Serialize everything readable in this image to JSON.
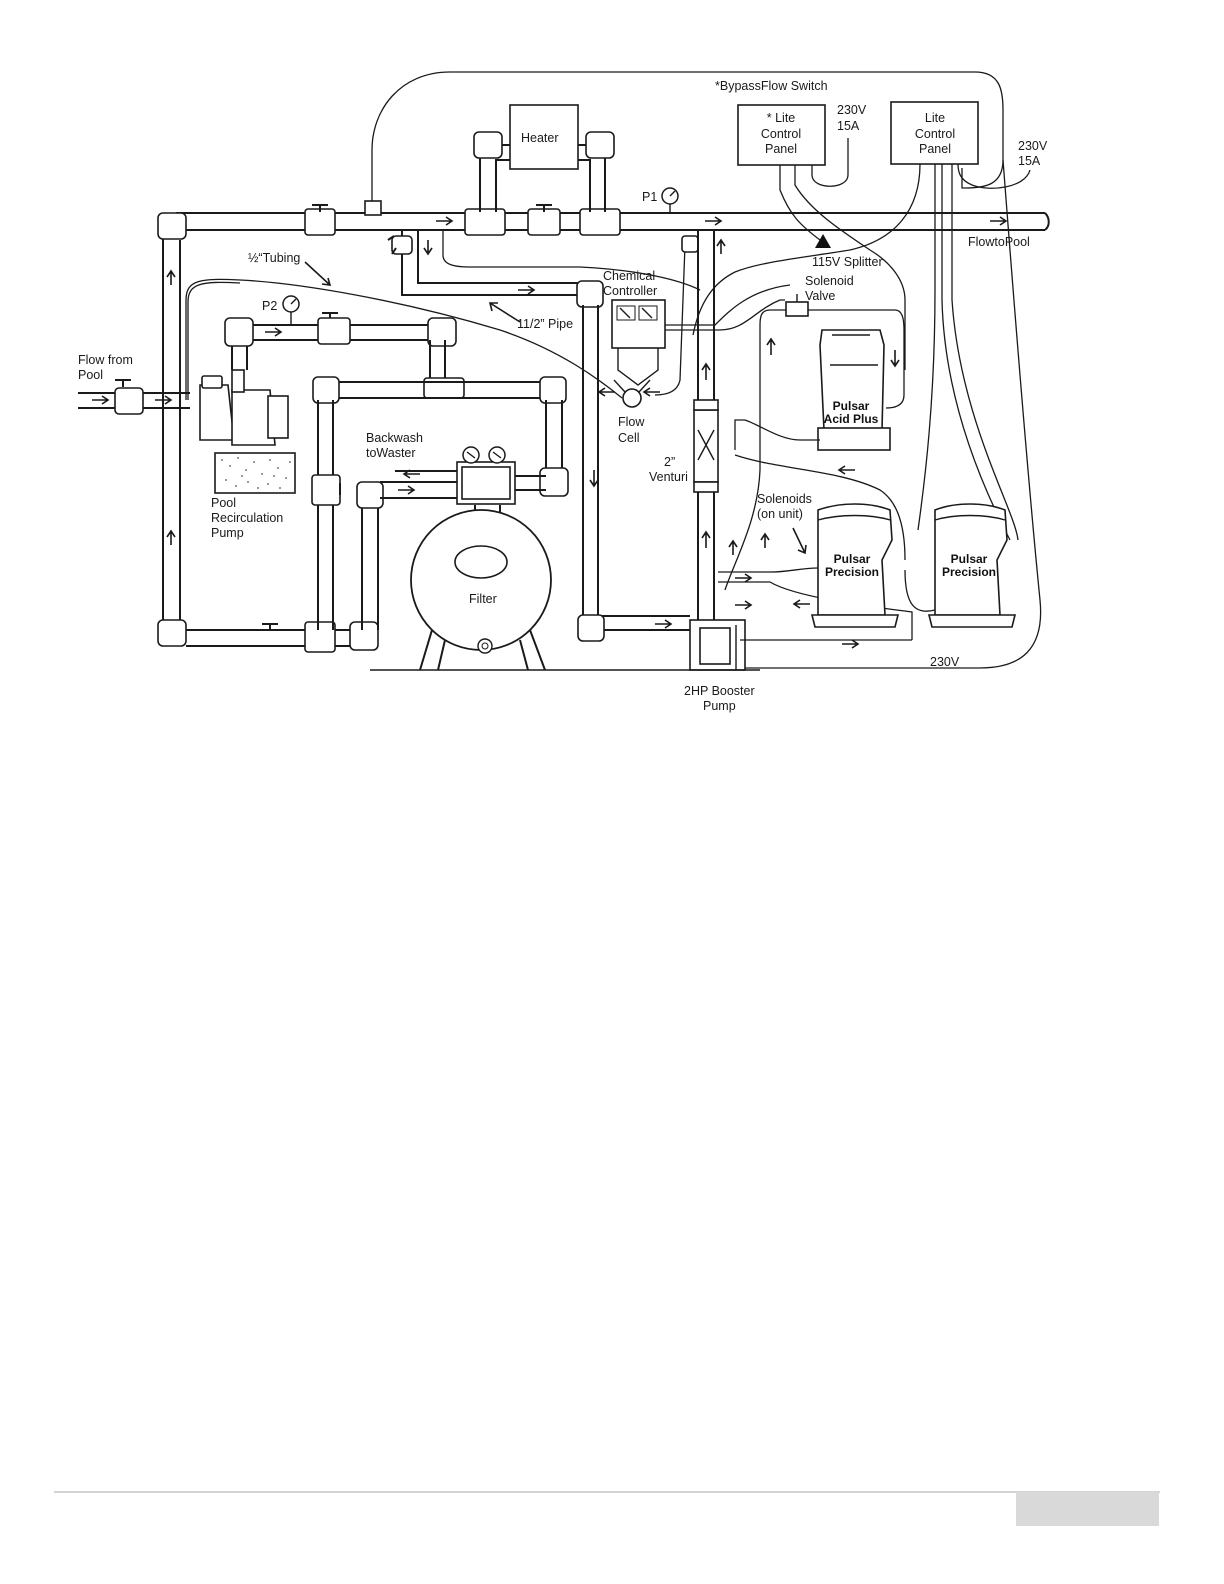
{
  "diagram": {
    "labels": {
      "bypass_flow_switch": "*BypassFlow Switch",
      "lite_panel_1": [
        "* Lite",
        "Control",
        "Panel"
      ],
      "power_1": [
        "230V",
        "15A"
      ],
      "lite_panel_2": [
        "Lite",
        "Control",
        "Panel"
      ],
      "power_2": [
        "230V",
        "15A"
      ],
      "heater": "Heater",
      "p1": "P1",
      "p2": "P2",
      "flow_to_pool": "FlowtoPool",
      "splitter": "115V Splitter",
      "tubing": "½“Tubing",
      "pipe": "11/2” Pipe",
      "chemical_controller": [
        "Chemical",
        "Controller"
      ],
      "solenoid_valve": [
        "Solenoid",
        "Valve"
      ],
      "flow_from_pool": [
        "Flow  from",
        "Pool"
      ],
      "backwash": [
        "Backwash",
        "toWaster"
      ],
      "flow_cell": [
        "Flow",
        "Cell"
      ],
      "venturi": [
        "2”",
        "Venturi"
      ],
      "pulsar_acid": [
        "Pulsar",
        "Acid Plus"
      ],
      "solenoids": [
        "Solenoids",
        "(on unit)"
      ],
      "pulsar_precision_1": [
        "Pulsar",
        "Precision"
      ],
      "pulsar_precision_2": [
        "Pulsar",
        "Precision"
      ],
      "recirc_pump": [
        "Pool",
        "Recirculation",
        "Pump"
      ],
      "filter": "Filter",
      "power_bottom": "230V",
      "booster_pump": [
        "2HP Booster",
        "Pump"
      ]
    }
  }
}
